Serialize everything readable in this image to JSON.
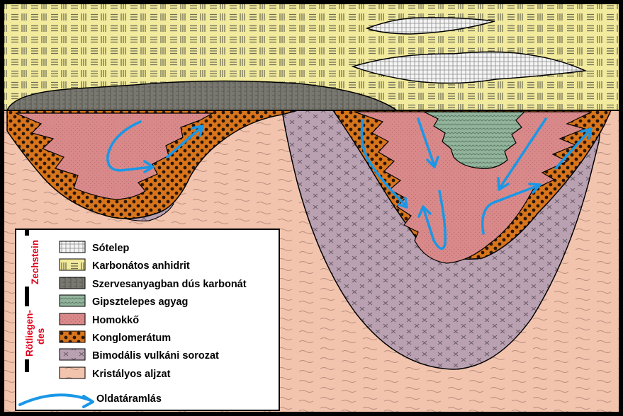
{
  "legend": {
    "items": [
      {
        "key": "halite",
        "label": "Sótelep"
      },
      {
        "key": "anhydrite",
        "label": "Karbonátos anhidrit"
      },
      {
        "key": "organic",
        "label": "Szervesanyagban dús karbonát"
      },
      {
        "key": "gypclay",
        "label": "Gipsztelepes agyag"
      },
      {
        "key": "sandstone",
        "label": "Homokkő"
      },
      {
        "key": "conglomerate",
        "label": "Konglomerátum"
      },
      {
        "key": "volcanic",
        "label": "Bimodális vulkáni sorozat"
      },
      {
        "key": "basement",
        "label": "Kristályos aljzat"
      }
    ],
    "flow_label": "Oldatáramlás",
    "group_zechstein": "Zechstein",
    "group_rotliegendes_line1": "Rötliegen-",
    "group_rotliegendes_line2": "des"
  },
  "colors": {
    "basement": "#f2c4ae",
    "sandstone": "#d98989",
    "conglomerate": "#d8751c",
    "volcanic": "#b9a1b2",
    "evaporite": "#f2ea9c",
    "organic": "#787870",
    "gypclay": "#93b49c",
    "halite": "#f4f4f4",
    "flow": "#1a97e6",
    "group_label": "#e0001b"
  }
}
